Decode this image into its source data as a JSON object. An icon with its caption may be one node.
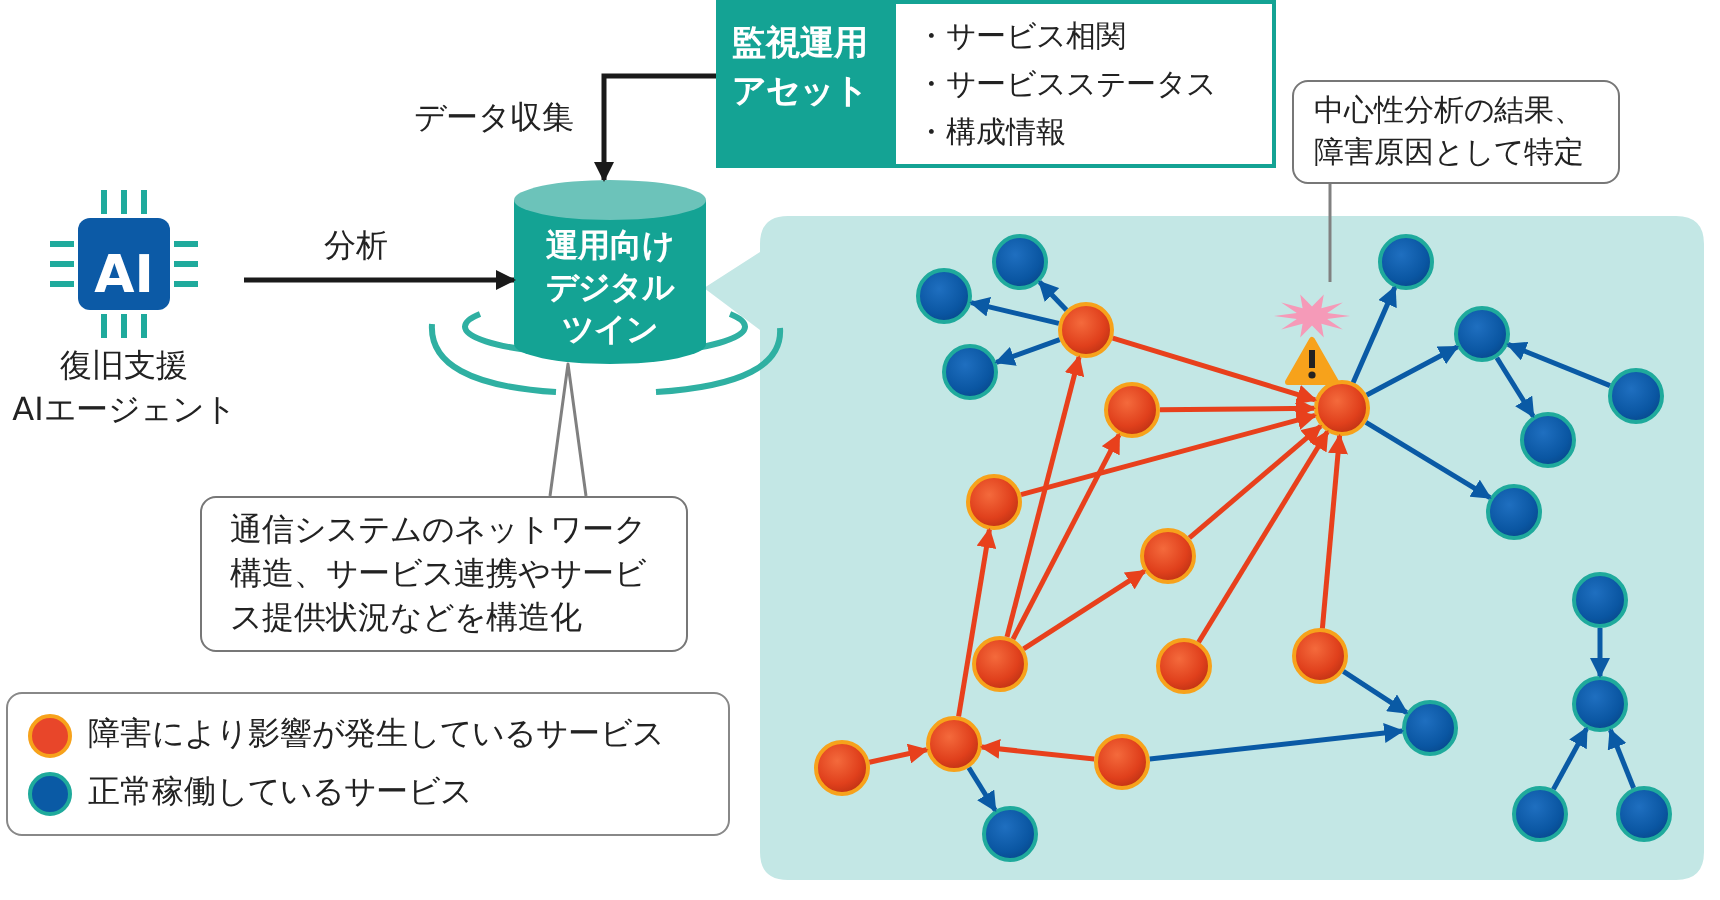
{
  "diagram": {
    "nodes": [
      {
        "text": [
          "監視運用アセット",
          "・サービス相関",
          "・サービスステータス",
          "・構成情報"
        ]
      },
      {
        "text": [
          "中心性分析の結果、障害原因として特定"
        ]
      },
      {
        "text": [
          "AI",
          "復旧支援AIエージェント"
        ]
      },
      {
        "text": [
          "運用向けデジタルツイン"
        ]
      },
      {
        "text": [],
        "shape": "star"
      },
      {
        "text": [
          "通信システムのネットワーク構造、サービス連携やサービス提供状況などを構造化"
        ]
      },
      {
        "text": [],
        "shape": "circle"
      },
      {
        "text": [],
        "shape": "circle"
      },
      {
        "text": [],
        "shape": "circle"
      },
      {
        "text": [],
        "shape": "circle"
      },
      {
        "text": [],
        "shape": "circle"
      },
      {
        "text": [],
        "shape": "circle"
      },
      {
        "text": [],
        "shape": "circle"
      },
      {
        "text": [],
        "shape": "circle"
      },
      {
        "text": [],
        "shape": "circle"
      },
      {
        "text": [],
        "shape": "circle"
      },
      {
        "text": [],
        "shape": "circle"
      },
      {
        "text": [],
        "shape": "circle"
      },
      {
        "text": [],
        "shape": "circle"
      },
      {
        "text": [],
        "shape": "circle"
      },
      {
        "text": [],
        "shape": "circle"
      },
      {
        "text": [],
        "shape": "circle"
      },
      {
        "text": [],
        "shape": "circle"
      },
      {
        "text": [],
        "shape": "circle"
      },
      {
        "text": [],
        "shape": "circle"
      },
      {
        "text": [],
        "shape": "circle"
      },
      {
        "text": [],
        "shape": "circle"
      },
      {
        "text": [],
        "shape": "circle"
      },
      {
        "text": [],
        "shape": "circle"
      },
      {
        "text": [],
        "shape": "circle"
      },
      {
        "text": [],
        "shape": "circle"
      }
    ],
    "edges": [
      {
        "from": 0,
        "to": 3,
        "arrow": "to",
        "label": "データ収集",
        "color": "#1a1a1a"
      },
      {
        "from": 2,
        "to": 3,
        "arrow": "to",
        "label": "分析",
        "color": "#1a1a1a"
      },
      {
        "from": 1,
        "to": 4,
        "arrow": "none",
        "color": "#808080"
      },
      {
        "from": 5,
        "to": 3,
        "arrow": "none",
        "color": "#808080"
      },
      {
        "from": 9,
        "to": 6,
        "arrow": "to"
      },
      {
        "from": 9,
        "to": 8,
        "arrow": "to"
      },
      {
        "from": 9,
        "to": 11,
        "arrow": "to"
      },
      {
        "from": 9,
        "to": 13,
        "arrow": "to",
        "color": "#e8401c"
      },
      {
        "from": 14,
        "to": 13,
        "arrow": "to",
        "color": "#e8401c"
      },
      {
        "from": 16,
        "to": 13,
        "arrow": "to",
        "color": "#e8401c"
      },
      {
        "from": 18,
        "to": 13,
        "arrow": "to",
        "color": "#e8401c"
      },
      {
        "from": 22,
        "to": 13,
        "arrow": "to",
        "color": "#e8401c"
      },
      {
        "from": 20,
        "to": 13,
        "arrow": "to",
        "color": "#e8401c"
      },
      {
        "from": 21,
        "to": 9,
        "arrow": "to",
        "color": "#e8401c"
      },
      {
        "from": 21,
        "to": 14,
        "arrow": "to",
        "color": "#e8401c"
      },
      {
        "from": 21,
        "to": 18,
        "arrow": "to",
        "color": "#e8401c"
      },
      {
        "from": 25,
        "to": 16,
        "arrow": "to",
        "color": "#e8401c"
      },
      {
        "from": 27,
        "to": 25,
        "arrow": "to",
        "color": "#e8401c"
      },
      {
        "from": 26,
        "to": 25,
        "arrow": "to",
        "color": "#e8401c"
      },
      {
        "from": 13,
        "to": 7,
        "arrow": "to"
      },
      {
        "from": 13,
        "to": 10,
        "arrow": "to"
      },
      {
        "from": 13,
        "to": 17,
        "arrow": "to"
      },
      {
        "from": 10,
        "to": 15,
        "arrow": "to"
      },
      {
        "from": 12,
        "to": 10,
        "arrow": "to"
      },
      {
        "from": 20,
        "to": 24,
        "arrow": "to"
      },
      {
        "from": 26,
        "to": 24,
        "arrow": "to"
      },
      {
        "from": 25,
        "to": 30,
        "arrow": "to"
      },
      {
        "from": 19,
        "to": 23,
        "arrow": "to"
      },
      {
        "from": 28,
        "to": 23,
        "arrow": "to"
      },
      {
        "from": 29,
        "to": 23,
        "arrow": "to"
      }
    ],
    "legend": [
      {
        "text": "障害により影響が発生しているサービス",
        "color": "#e8462a"
      },
      {
        "text": "正常稼働しているサービス",
        "color": "#0a5aa5"
      }
    ]
  }
}
